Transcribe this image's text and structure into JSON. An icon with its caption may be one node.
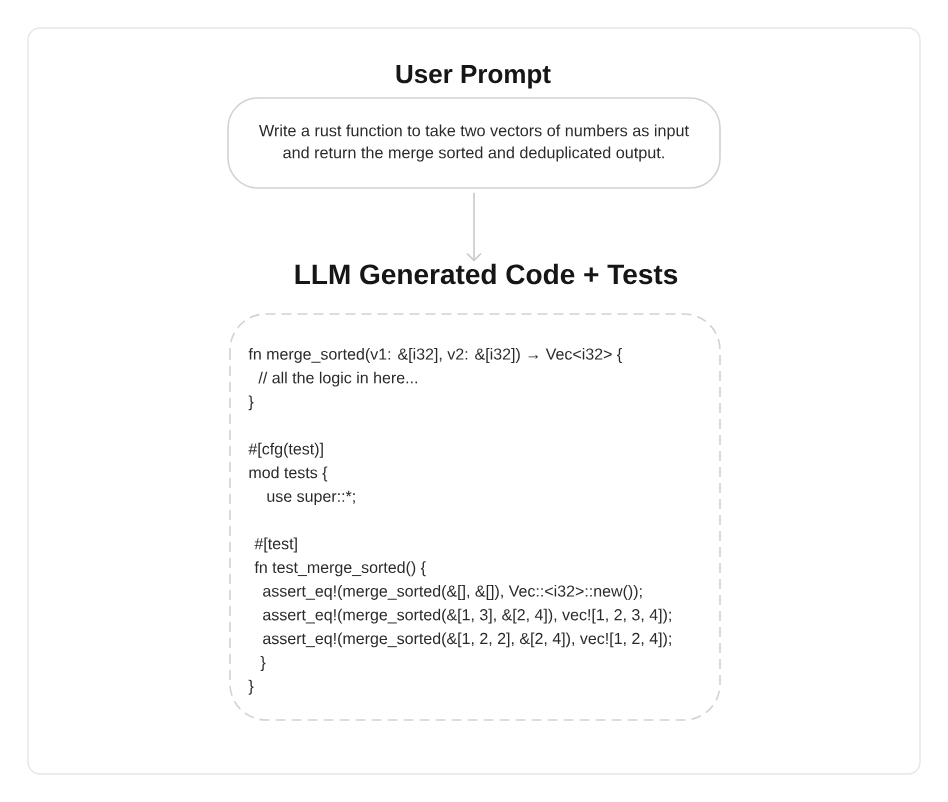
{
  "diagram": {
    "nodes": [
      {
        "text": [
          "User Prompt",
          "Write a rust function to take two vectors of numbers as input and return the merge sorted and deduplicated output."
        ]
      },
      {
        "text": [
          "LLM Generated Code + Tests",
          "fn merge_sorted(v1: &[i32], v2: &[i32]) → Vec<i32> {",
          "// all the logic in here...",
          "}",
          "#[cfg(test)]",
          "mod tests {",
          "use super::*;",
          "#[test]",
          "fn test_merge_sorted() {",
          "assert_eq!(merge_sorted(&[], &[]), Vec::<i32>::new());",
          "assert_eq!(merge_sorted(&[1, 3], &[2, 4]), vec![1, 2, 3, 4]);",
          "assert_eq!(merge_sorted(&[1, 2, 2], &[2, 4]), vec![1, 2, 4]);",
          "}",
          "}"
        ]
      }
    ],
    "edges": [
      {
        "from": 0,
        "to": 1,
        "arrow": "to"
      }
    ]
  }
}
